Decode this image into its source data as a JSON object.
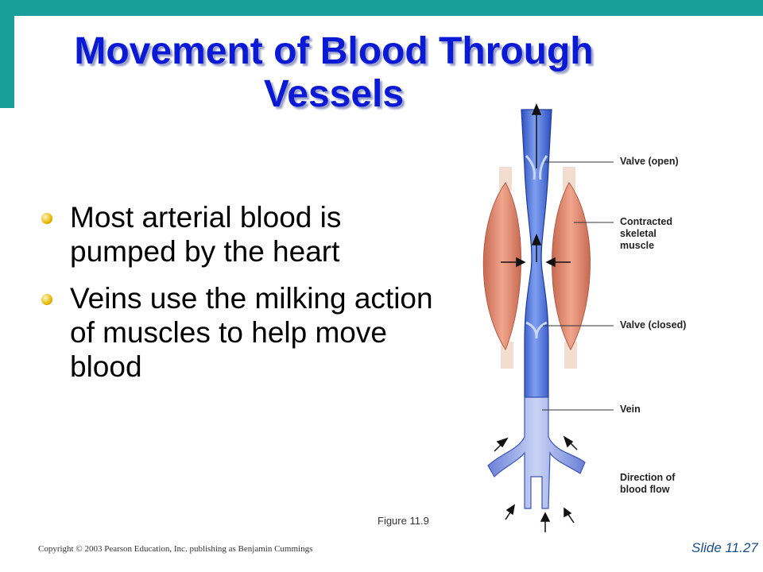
{
  "slide": {
    "title": "Movement of Blood Through Vessels",
    "bullets": [
      "Most arterial blood is pumped by the heart",
      "Veins use the milking action  of muscles to help move blood"
    ],
    "figure_caption": "Figure 11.9",
    "copyright": "Copyright © 2003 Pearson Education, Inc. publishing as Benjamin Cummings",
    "slide_number": "Slide 11.27"
  },
  "diagram": {
    "labels": {
      "valve_open": "Valve (open)",
      "contracted_muscle": "Contracted\nskeletal\nmuscle",
      "valve_closed": "Valve (closed)",
      "vein": "Vein",
      "direction": "Direction of\nblood flow"
    }
  },
  "colors": {
    "accent": "#1a9e99",
    "title": "#0a19d6",
    "vein": "#4a6fd8",
    "muscle": "#e0856a"
  }
}
